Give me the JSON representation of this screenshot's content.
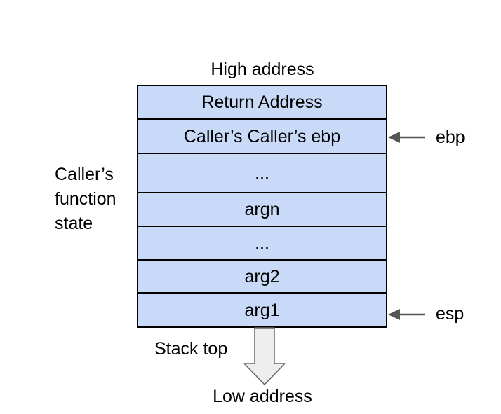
{
  "diagram": {
    "top_label": "High address",
    "bottom_label": "Low address",
    "stack_top_label": "Stack top",
    "caller_state_label": "Caller’s function state",
    "cells": [
      "Return Address",
      "Caller’s Caller’s ebp",
      "...",
      "argn",
      "...",
      "arg2",
      "arg1"
    ],
    "pointers": {
      "ebp": "ebp",
      "esp": "esp"
    },
    "colors": {
      "cell_fill": "#c9daf8",
      "cell_border": "#000000",
      "arrow_fill": "#eeeeee",
      "arrow_stroke": "#666666",
      "pointer_arrow": "#555555"
    }
  }
}
